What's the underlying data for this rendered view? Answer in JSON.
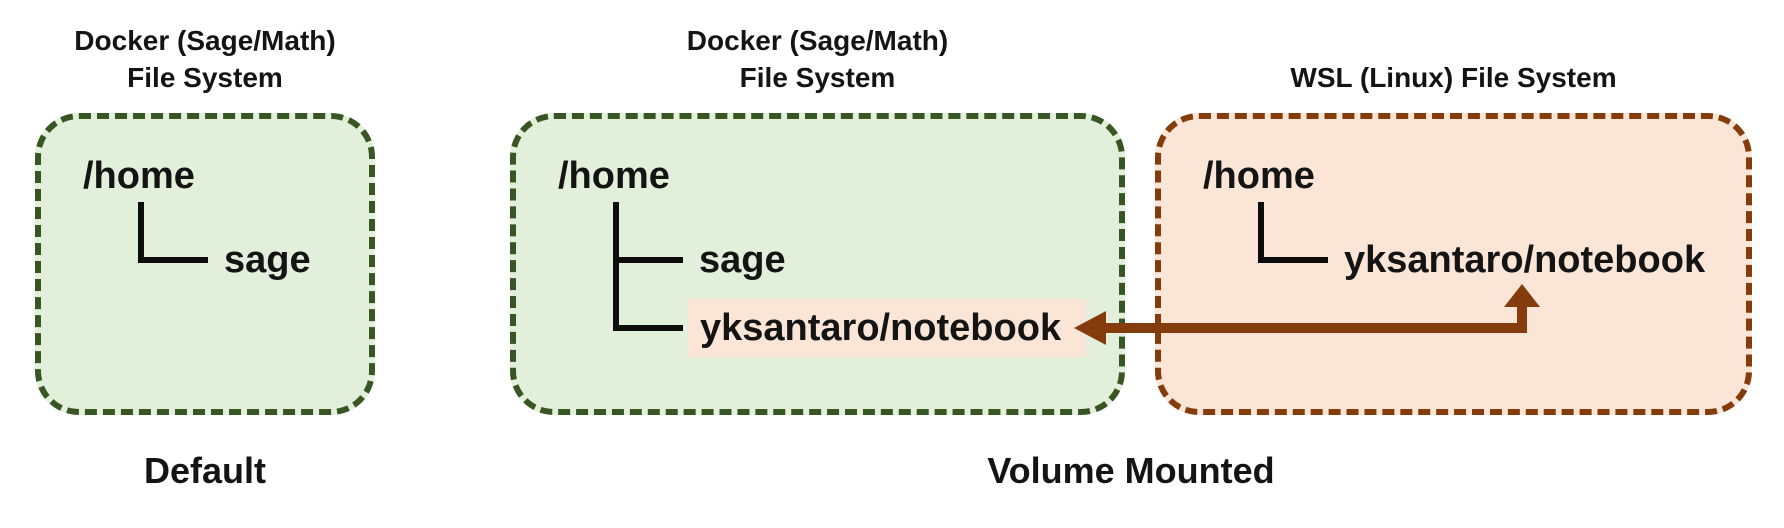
{
  "boxes": [
    {
      "id": "docker-default",
      "title": [
        "Docker (Sage/Math)",
        "File System"
      ],
      "root": "/home",
      "children": [
        "sage"
      ]
    },
    {
      "id": "docker-mounted",
      "title": [
        "Docker (Sage/Math)",
        "File System"
      ],
      "root": "/home",
      "children": [
        "sage",
        "yksantaro/notebook"
      ]
    },
    {
      "id": "wsl",
      "title": [
        "WSL (Linux) File System"
      ],
      "root": "/home",
      "children": [
        "yksantaro/notebook"
      ]
    }
  ],
  "captions": {
    "default": "Default",
    "volume_mounted": "Volume Mounted"
  },
  "colors": {
    "green_fill": "#E2EFDA",
    "green_border": "#375623",
    "orange_fill": "#FBE5D6",
    "orange_border": "#843C0C",
    "arrow": "#843C0C",
    "text": "#141414"
  }
}
